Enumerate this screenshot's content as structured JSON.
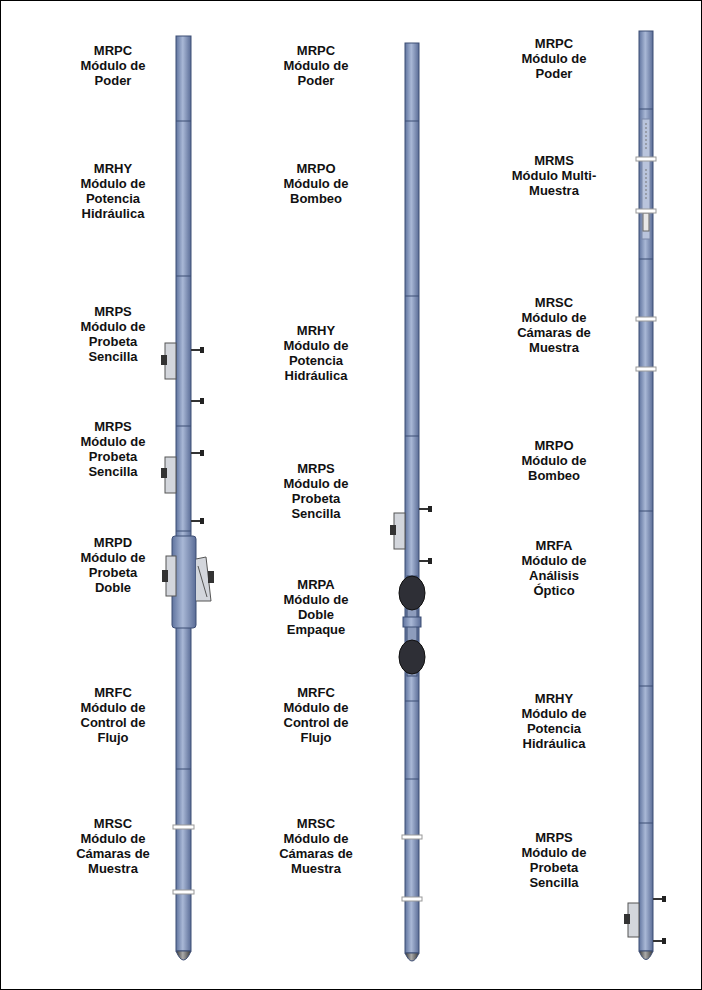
{
  "diagram": {
    "labels": [
      "MRPC Módulo de Poder",
      "MRHY Módulo de Potencia Hidráulica",
      "MRPS Módulo de Probeta Sencilla",
      "MRPS Módulo de Probeta Sencilla",
      "MRPD Módulo de Probeta Doble",
      "MRFC Módulo de Control de Flujo",
      "MRSC Módulo de Cámaras de Muestra",
      "MRPC Módulo de Poder",
      "MRPO Módulo de Bombeo",
      "MRHY Módulo de Potencia Hidráulica",
      "MRPS Módulo de Probeta Sencilla",
      "MRPA Módulo de Doble Empaque",
      "MRFC Módulo de Control de Flujo",
      "MRSC Módulo de Cámaras de Muestra",
      "MRPC Módulo de Poder",
      "MRMS Módulo Multi-Muestra",
      "MRSC Módulo de Cámaras de Muestra",
      "MRPO Módulo de Bombeo",
      "MRFA Módulo de Análisis Óptico",
      "MRHY Módulo de Potencia Hidráulica",
      "MRPS Módulo de Probeta Sencilla"
    ]
  }
}
